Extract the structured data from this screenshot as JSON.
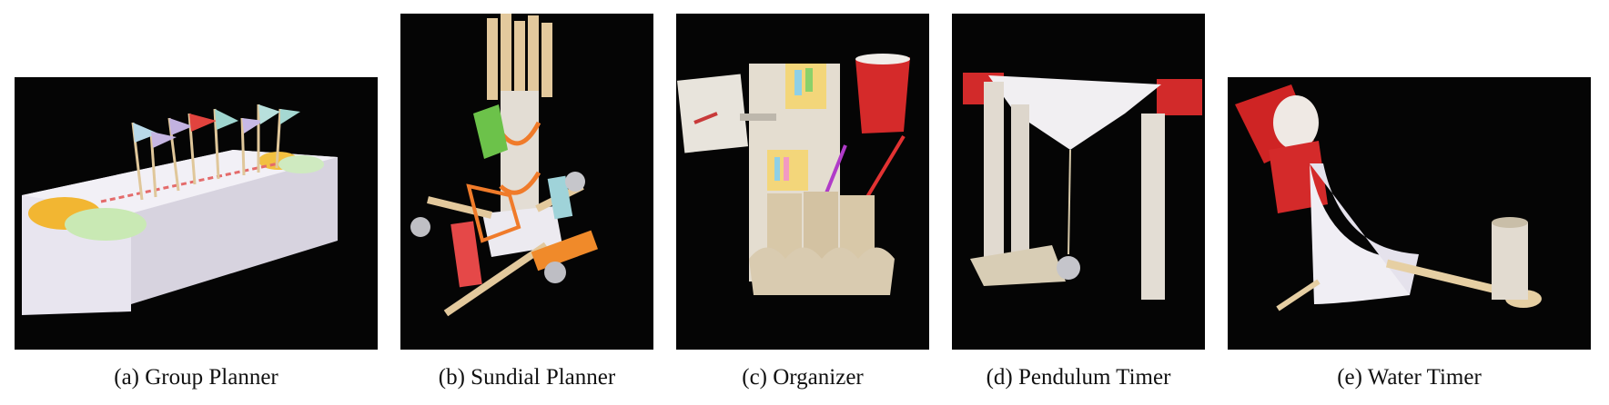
{
  "figures": [
    {
      "caption": "(a) Group Planner",
      "photo": "foam-block-with-flags"
    },
    {
      "caption": "(b) Sundial Planner",
      "photo": "tube-sundial-with-clothespins"
    },
    {
      "caption": "(c) Organizer",
      "photo": "egg-carton-organizer"
    },
    {
      "caption": "(d) Pendulum Timer",
      "photo": "tube-frame-pendulum"
    },
    {
      "caption": "(e) Water Timer",
      "photo": "cup-and-ramp-water-timer"
    }
  ],
  "colors": {
    "background": "#050505",
    "foam": "#e9e6ef",
    "cardboard": "#d9cbb0",
    "cup_red": "#d42a2a"
  }
}
